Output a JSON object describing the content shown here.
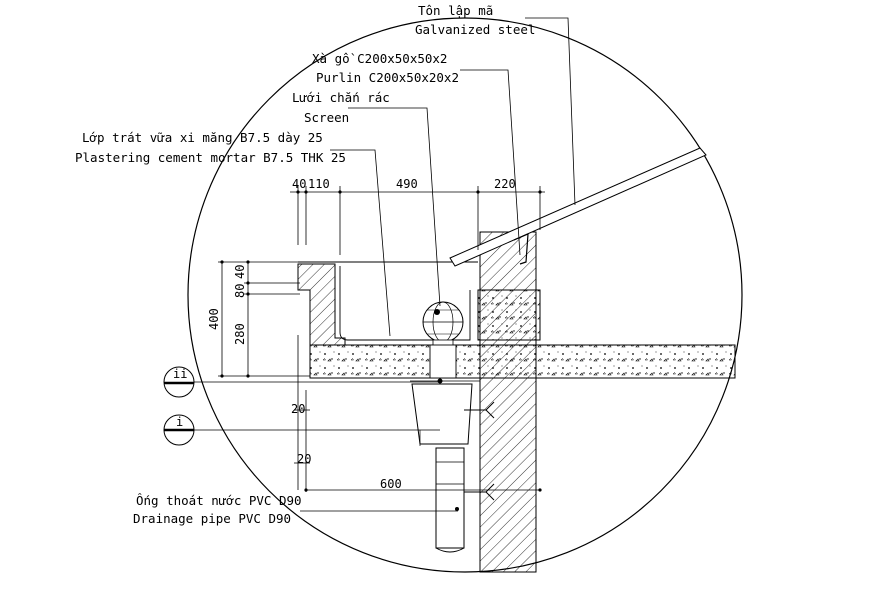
{
  "callouts": {
    "roof_vn": "Tôn lập mã",
    "roof_en": "Galvanized steel",
    "purlin_vn": "Xà gồ C200x50x50x2",
    "purlin_en": "Purlin C200x50x20x2",
    "screen_vn": "Lưới chắn rác",
    "screen_en": "Screen",
    "plaster_vn": "Lớp trát vữa xi măng B7.5 dày 25",
    "plaster_en": "Plastering cement mortar B7.5 THK 25",
    "pipe_vn": "Ống thoát nước PVC D90",
    "pipe_en": "Drainage pipe PVC D90"
  },
  "dimensions": {
    "top": [
      "40",
      "110",
      "490",
      "220"
    ],
    "left": [
      "40",
      "80",
      "280",
      "400"
    ],
    "small": [
      "20",
      "20"
    ],
    "bottom": "600"
  },
  "markers": {
    "section_ii": "ii",
    "section_i": "i"
  }
}
